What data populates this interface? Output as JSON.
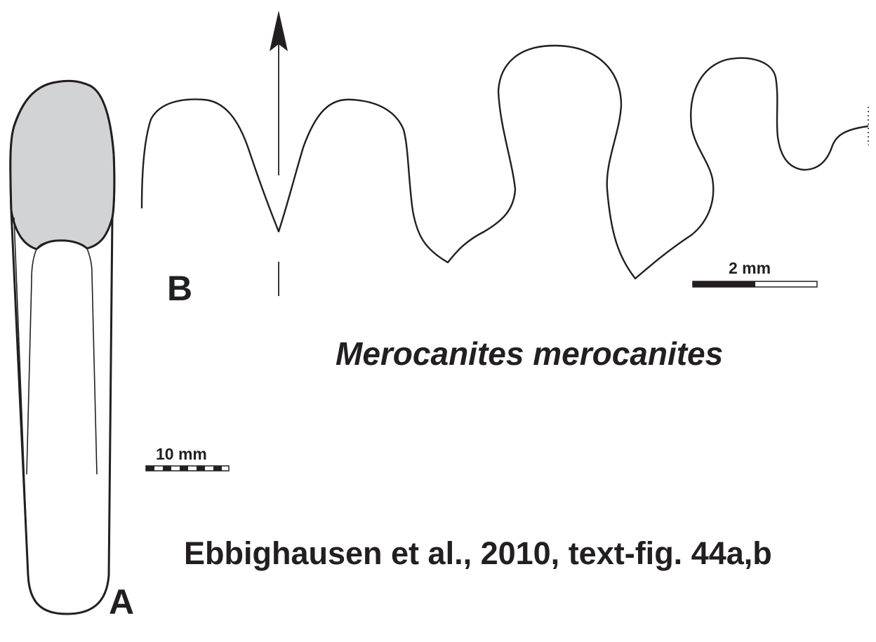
{
  "figure": {
    "panel_a_label": "A",
    "panel_b_label": "B",
    "scale_a": {
      "label": "10 mm"
    },
    "scale_b": {
      "label": "2 mm"
    },
    "species_name": "Merocanites merocanites",
    "citation": "Ebbighausen et al., 2010, text-fig. 44a,b",
    "colors": {
      "ink": "#231f20",
      "whorl_fill": "#d1d3d4",
      "background": "#ffffff"
    },
    "icons": {
      "arrow": "arrow-up-icon"
    }
  }
}
